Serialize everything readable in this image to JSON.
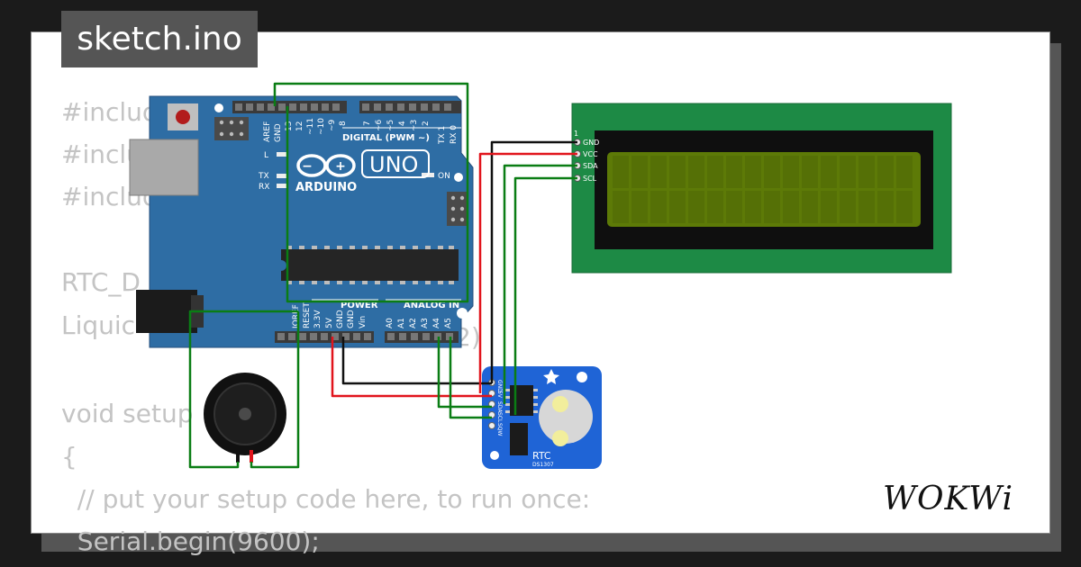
{
  "tab": {
    "filename": "sketch.ino"
  },
  "code_lines": [
    "#include",
    "#include",
    "#include",
    "",
    "RTC_D",
    "Liquic",
    "",
    "void setup",
    "{",
    "  // put your setup code here, to run once:",
    "  Serial.begin(9600);"
  ],
  "code_tail": {
    "liquid_suffix": "2)"
  },
  "arduino": {
    "brand": "ARDUINO",
    "model": "UNO",
    "digital_label": "DIGITAL (PWM ~)",
    "power_label": "POWER",
    "analog_label": "ANALOG IN",
    "led_l": "L",
    "led_tx": "TX",
    "led_rx": "RX",
    "led_on": "ON",
    "top_pins": [
      "AREF",
      "GND",
      "13",
      "12",
      "~11",
      "~10",
      "~9",
      "8",
      "7",
      "~6",
      "~5",
      "4",
      "~3",
      "2",
      "TX 1",
      "RX 0"
    ],
    "power_pins": [
      "IOREF",
      "RESET",
      "3.3V",
      "5V",
      "GND",
      "GND",
      "Vin"
    ],
    "analog_pins": [
      "A0",
      "A1",
      "A2",
      "A3",
      "A4",
      "A5"
    ]
  },
  "lcd": {
    "pin_index": "1",
    "pins": [
      "GND",
      "VCC",
      "SDA",
      "SCL"
    ]
  },
  "rtc": {
    "title": "RTC",
    "chip": "DS1307",
    "pins": [
      "GND",
      "5V",
      "SDA",
      "SCL",
      "SQW"
    ]
  },
  "logo": {
    "text": "WOKWi"
  },
  "colors": {
    "board": "#2e6da4",
    "lcd_pcb": "#1d8a45",
    "lcd_screen": "#5d7a07",
    "rtc_board": "#1f64d6",
    "wire_green": "#0a7d14",
    "wire_red": "#e1141c",
    "wire_black": "#111111"
  }
}
